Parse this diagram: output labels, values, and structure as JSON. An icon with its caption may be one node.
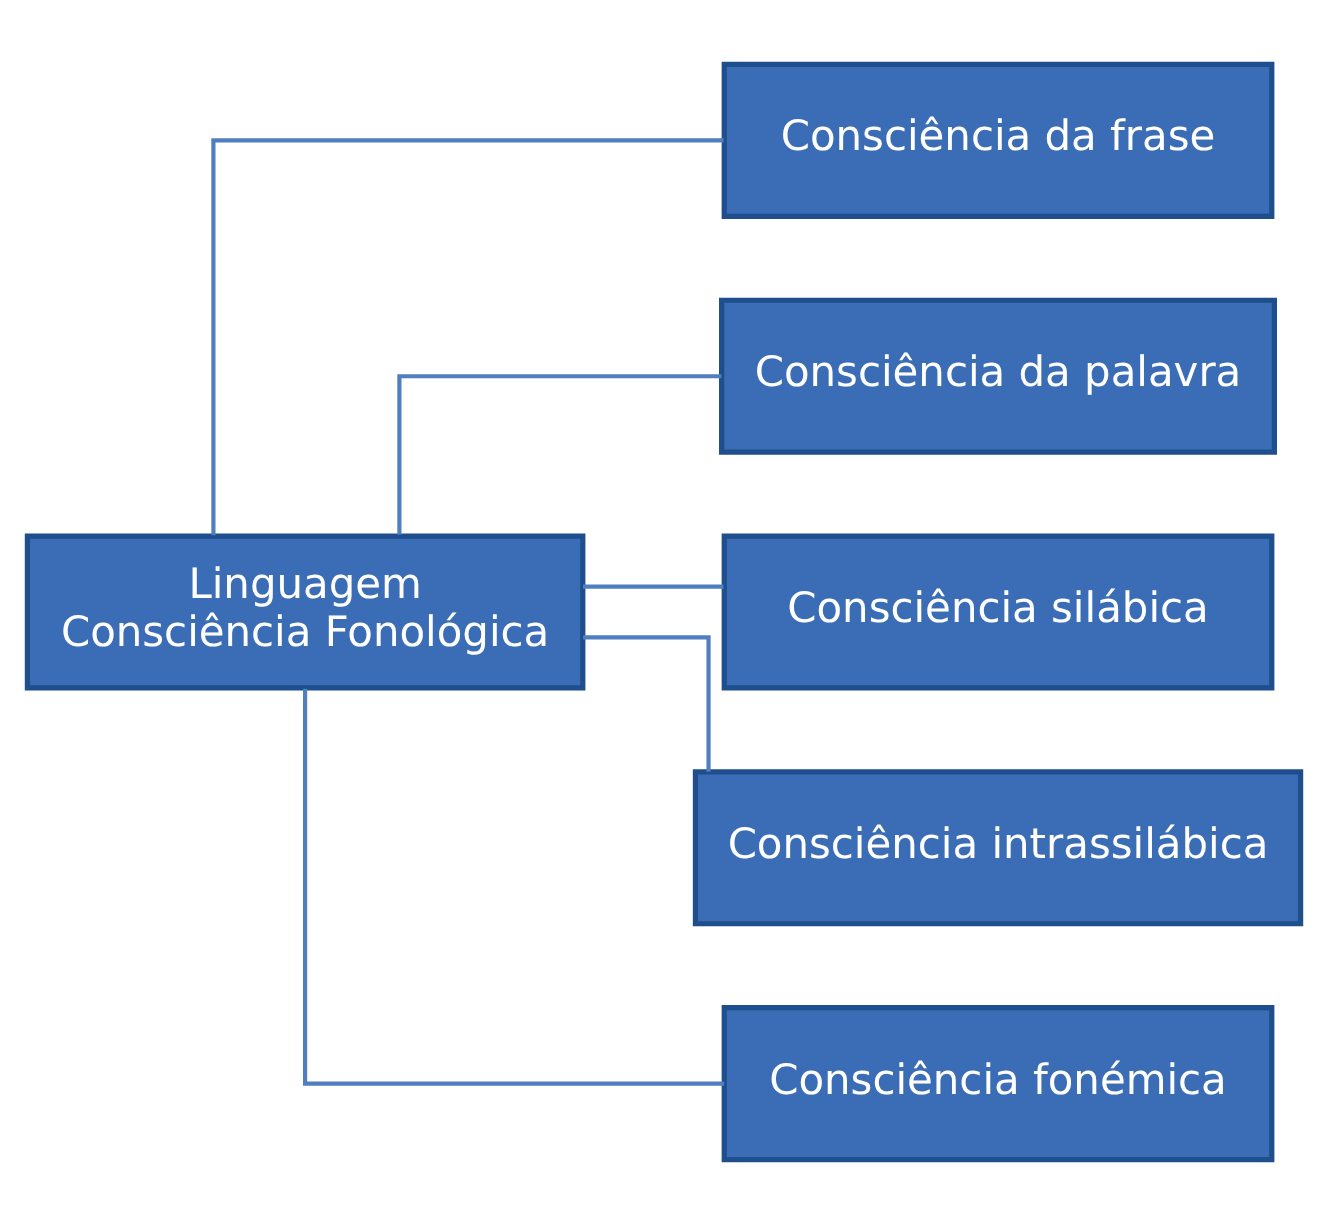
{
  "diagram": {
    "nodes": [
      {
        "text": [
          "Linguagem",
          "Consciência Fonológica"
        ]
      },
      {
        "text": [
          "Consciência da frase"
        ]
      },
      {
        "text": [
          "Consciência da palavra"
        ]
      },
      {
        "text": [
          "Consciência silábica"
        ]
      },
      {
        "text": [
          "Consciência intrassilábica"
        ]
      },
      {
        "text": [
          "Consciência fonémica"
        ]
      }
    ],
    "edges": [
      {
        "from": 0,
        "to": 1,
        "arrow": "none"
      },
      {
        "from": 0,
        "to": 2,
        "arrow": "none"
      },
      {
        "from": 0,
        "to": 3,
        "arrow": "none"
      },
      {
        "from": 0,
        "to": 4,
        "arrow": "none"
      },
      {
        "from": 0,
        "to": 5,
        "arrow": "none"
      }
    ]
  }
}
